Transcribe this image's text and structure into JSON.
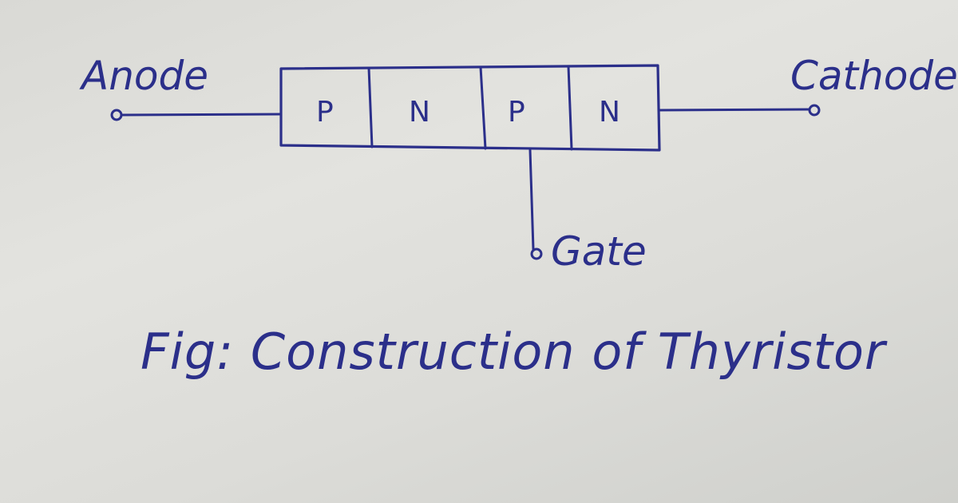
{
  "diagram": {
    "layers": [
      "P",
      "N",
      "P",
      "N"
    ],
    "terminals": {
      "anode": "Anode",
      "cathode": "Cathode",
      "gate": "Gate"
    },
    "caption": "Fig: Construction of Thyristor"
  },
  "colors": {
    "ink": "#2b2f8a",
    "paper": "#dedfdb"
  }
}
